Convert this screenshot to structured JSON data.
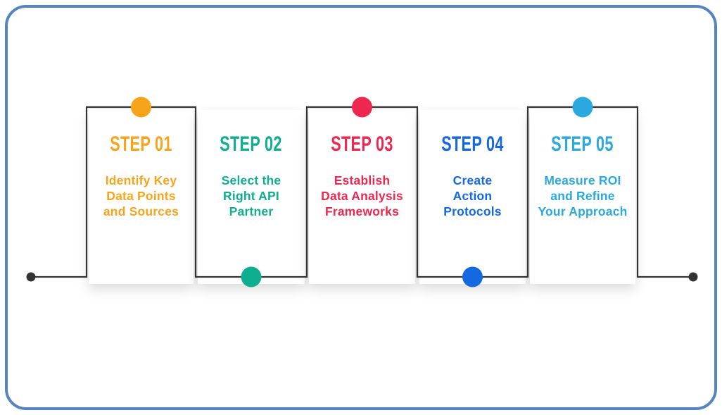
{
  "frame": {
    "border_color": "#5584BF",
    "background_color": "#FFFFFF"
  },
  "timeline": {
    "line_color": "#333333",
    "endpoint_dot_color": "#333333",
    "steps": [
      {
        "label": "STEP 01",
        "color": "#F7A41B",
        "dot_position": "top",
        "lines": [
          "Identify Key",
          "Data Points",
          "and Sources"
        ]
      },
      {
        "label": "STEP 02",
        "color": "#0FAE91",
        "dot_position": "bottom",
        "lines": [
          "Select the",
          "Right API",
          "Partner"
        ]
      },
      {
        "label": "STEP 03",
        "color": "#EE2750",
        "dot_position": "top",
        "lines": [
          "Establish",
          "Data Analysis",
          "Frameworks"
        ]
      },
      {
        "label": "STEP 04",
        "color": "#1468E0",
        "dot_position": "bottom",
        "lines": [
          "Create",
          "Action",
          "Protocols"
        ]
      },
      {
        "label": "STEP 05",
        "color": "#2AA8DF",
        "dot_position": "top",
        "lines": [
          "Measure ROI",
          "and Refine",
          "Your Approach"
        ]
      }
    ]
  }
}
